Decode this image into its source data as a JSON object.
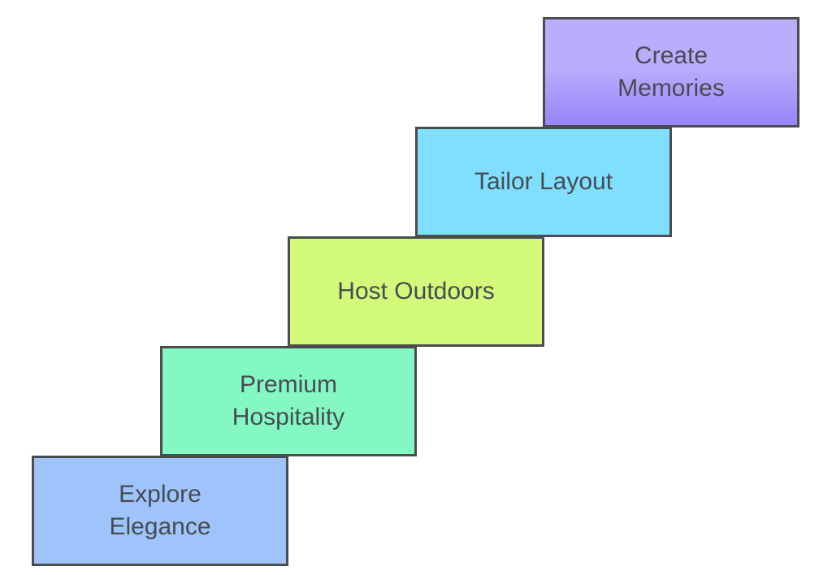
{
  "diagram": {
    "type": "staircase",
    "steps": [
      {
        "label": "Explore\nElegance",
        "color": "#9fc3fb"
      },
      {
        "label": "Premium\nHospitality",
        "color": "#83f8c2"
      },
      {
        "label": "Host Outdoors",
        "color": "#d3f97a"
      },
      {
        "label": "Tailor Layout",
        "color": "#7fdffe"
      },
      {
        "label": "Create\nMemories",
        "color_top": "#bbadfc",
        "color_bottom": "#9a84f8"
      }
    ]
  }
}
